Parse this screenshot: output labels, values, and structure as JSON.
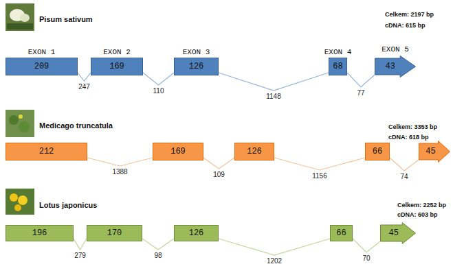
{
  "diagram": {
    "nodes": [
      {
        "text": [
          "EXON 1",
          "209"
        ]
      },
      {
        "text": [
          "EXON 2",
          "169"
        ]
      },
      {
        "text": [
          "EXON 3",
          "126"
        ]
      },
      {
        "text": [
          "EXON 4",
          "68"
        ]
      },
      {
        "text": [
          "EXON 5",
          "43"
        ]
      },
      {
        "text": [
          "212"
        ]
      },
      {
        "text": [
          "169"
        ]
      },
      {
        "text": [
          "126"
        ]
      },
      {
        "text": [
          "66"
        ]
      },
      {
        "text": [
          "45"
        ]
      },
      {
        "text": [
          "196"
        ]
      },
      {
        "text": [
          "170"
        ]
      },
      {
        "text": [
          "126"
        ]
      },
      {
        "text": [
          "66"
        ]
      },
      {
        "text": [
          "45"
        ]
      }
    ],
    "edges": [
      {
        "from": 0,
        "to": 1,
        "arrow": "none",
        "label": "247"
      },
      {
        "from": 1,
        "to": 2,
        "arrow": "none",
        "label": "110"
      },
      {
        "from": 2,
        "to": 3,
        "arrow": "none",
        "label": "1148"
      },
      {
        "from": 3,
        "to": 4,
        "arrow": "none",
        "label": "77"
      },
      {
        "from": 5,
        "to": 6,
        "arrow": "none",
        "label": "1388"
      },
      {
        "from": 6,
        "to": 7,
        "arrow": "none",
        "label": "109"
      },
      {
        "from": 7,
        "to": 8,
        "arrow": "none",
        "label": "1156"
      },
      {
        "from": 8,
        "to": 9,
        "arrow": "none",
        "label": "74"
      },
      {
        "from": 10,
        "to": 11,
        "arrow": "none",
        "label": "279"
      },
      {
        "from": 11,
        "to": 12,
        "arrow": "none",
        "label": "98"
      },
      {
        "from": 12,
        "to": 13,
        "arrow": "none",
        "label": "1202"
      },
      {
        "from": 13,
        "to": 14,
        "arrow": "none",
        "label": "70"
      }
    ],
    "labels": [
      "Pisum sativum",
      "Celkem: 2197 bp",
      "cDNA: 615 bp",
      "Medicago truncatula",
      "Celkem: 3353 bp",
      "cDNA: 618 bp",
      "Lotus japonicus",
      "Celkem: 2252 bp",
      "cDNA: 603 bp"
    ]
  }
}
